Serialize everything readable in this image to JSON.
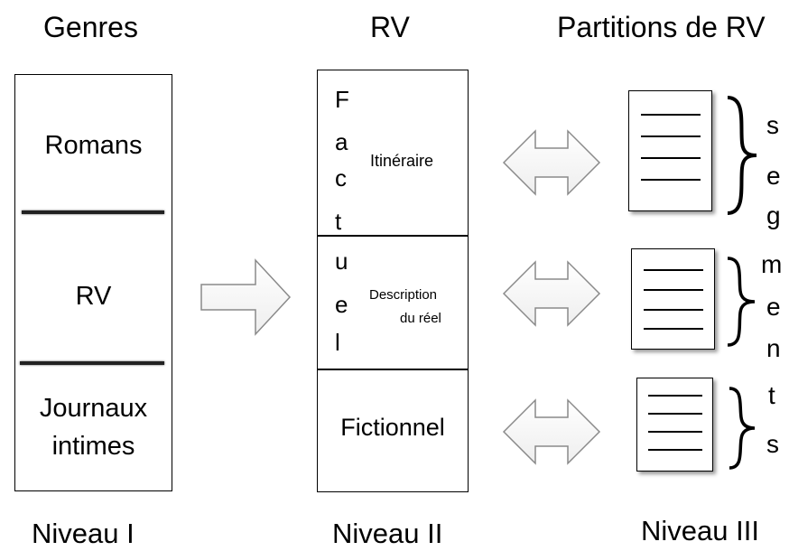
{
  "headers": {
    "col1": "Genres",
    "col2": "RV",
    "col3": "Partitions de RV"
  },
  "level1": {
    "items": [
      "Romans",
      "RV"
    ],
    "journaux_line1": "Journaux",
    "journaux_line2": "intimes",
    "footer": "Niveau I"
  },
  "level2": {
    "vertical_letters": [
      "F",
      "a",
      "c",
      "t",
      "u",
      "e",
      "l"
    ],
    "itineraire": "Itinéraire",
    "description_line1": "Description",
    "description_line2": "du réel",
    "fictionnel": "Fictionnel",
    "footer": "Niveau II"
  },
  "level3": {
    "segment_letters": [
      "s",
      "e",
      "g",
      "m",
      "e",
      "n",
      "t",
      "s"
    ],
    "footer": "Niveau III"
  }
}
